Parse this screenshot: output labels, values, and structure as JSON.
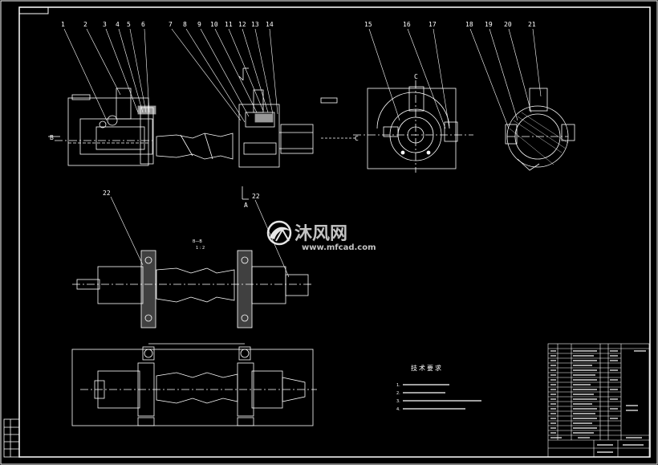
{
  "watermark": {
    "brand_text": "沐风网",
    "site_text": "www.mfcad.com"
  },
  "drawing": {
    "part_callouts": [
      "1",
      "2",
      "3",
      "4",
      "5",
      "6",
      "7",
      "8",
      "9",
      "10",
      "11",
      "12",
      "13",
      "14",
      "15",
      "16",
      "17",
      "18",
      "19",
      "20",
      "21"
    ],
    "lower_callout_left": "22",
    "lower_callout_right": "22",
    "section_c_label": "C",
    "section_c_label_right": "C",
    "view_a_label": "A",
    "view_b_label": "B",
    "section_label_main": "B—B",
    "section_label_scale": "1 : 2"
  },
  "technical_notes": {
    "title": "技术要求",
    "items": [
      "1.",
      "2.",
      "3.",
      "4."
    ]
  }
}
